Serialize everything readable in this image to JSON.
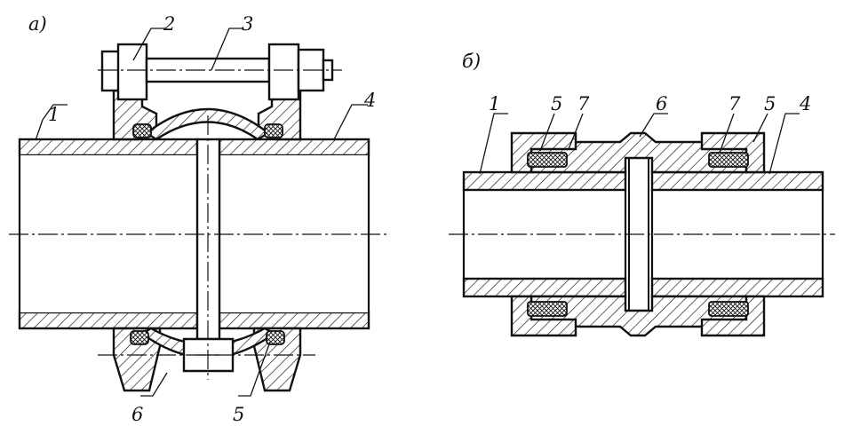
{
  "views": {
    "a": {
      "title": "а)",
      "callouts": [
        "1",
        "2",
        "3",
        "4",
        "6",
        "5"
      ]
    },
    "b": {
      "title": "б)",
      "callouts": [
        "1",
        "5",
        "7",
        "6",
        "7",
        "5",
        "4"
      ]
    }
  }
}
